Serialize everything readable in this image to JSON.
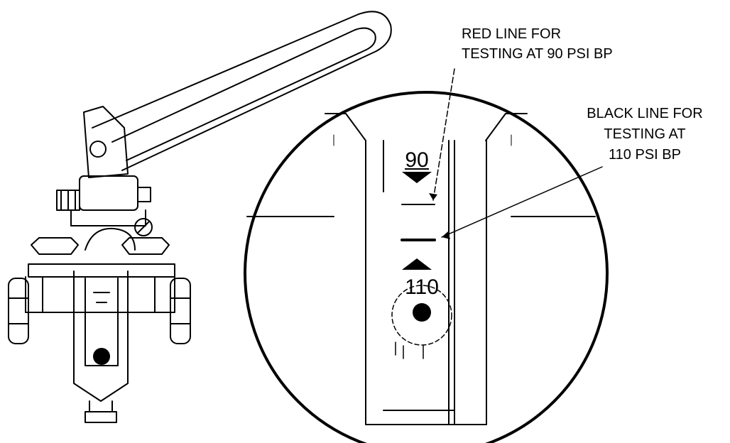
{
  "scale": {
    "upper_value": "90",
    "lower_value": "110"
  },
  "callouts": {
    "red_line": {
      "line1": "RED LINE FOR",
      "line2": "TESTING AT 90 PSI BP"
    },
    "black_line": {
      "line1": "BLACK LINE FOR",
      "line2": "TESTING AT",
      "line3": "110 PSI BP"
    }
  },
  "colors": {
    "ink": "#000000",
    "paper": "#ffffff"
  }
}
